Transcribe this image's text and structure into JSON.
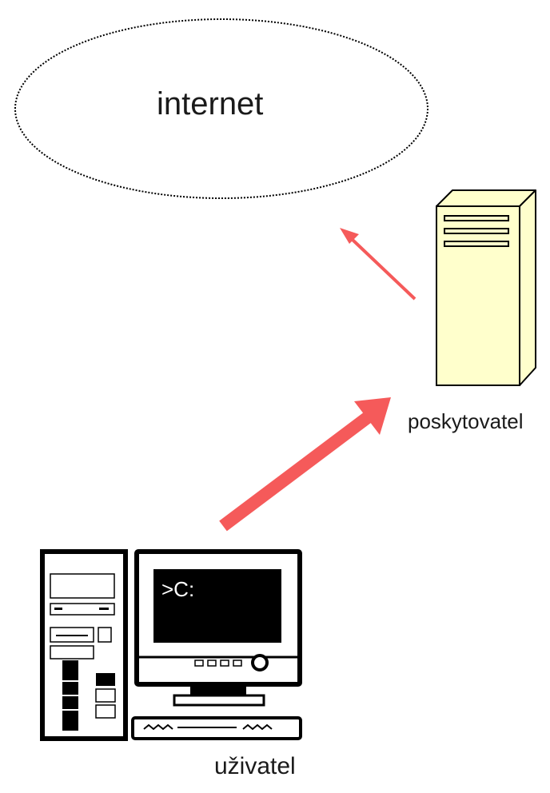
{
  "nodes": {
    "cloud": {
      "label": "internet"
    },
    "server": {
      "label": "poskytovatel"
    },
    "user": {
      "label": "uživatel",
      "screen_text": ">C:"
    }
  },
  "colors": {
    "arrow": "#f55a5a",
    "server_fill": "#ffffcc",
    "stroke": "#000000",
    "screen": "#000000"
  },
  "edges": [
    {
      "from": "server",
      "to": "cloud"
    },
    {
      "from": "user",
      "to": "server"
    }
  ]
}
